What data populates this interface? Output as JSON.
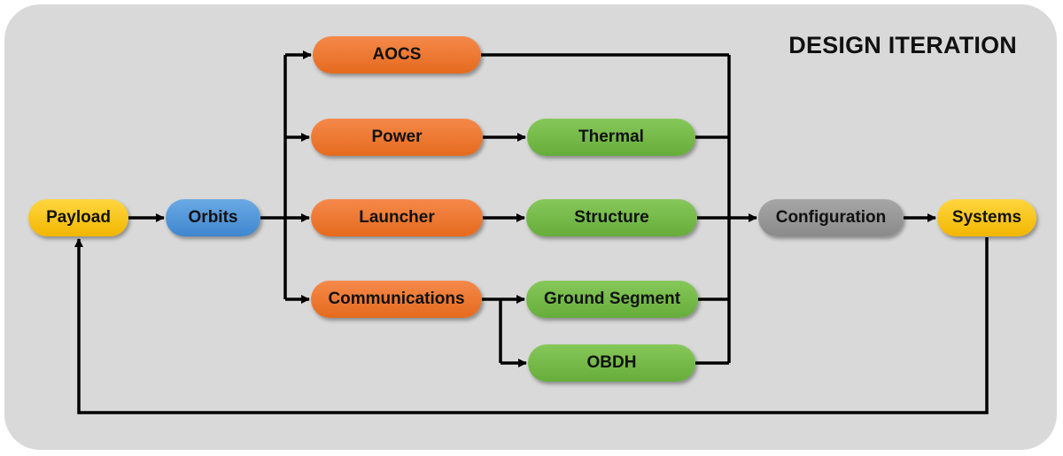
{
  "title": "DESIGN ITERATION",
  "colors": {
    "payload_systems": "#ffc000",
    "orbits": "#5b9bd5",
    "subsystem_primary": "#ed7d31",
    "subsystem_secondary": "#70ad47",
    "configuration": "#a5a5a5",
    "panel_background": "#d9d9d9"
  },
  "nodes": {
    "payload": "Payload",
    "orbits": "Orbits",
    "aocs": "AOCS",
    "power": "Power",
    "launcher": "Launcher",
    "communications": "Communications",
    "thermal": "Thermal",
    "structure": "Structure",
    "ground_segment": "Ground Segment",
    "obdh": "OBDH",
    "configuration": "Configuration",
    "systems": "Systems"
  }
}
